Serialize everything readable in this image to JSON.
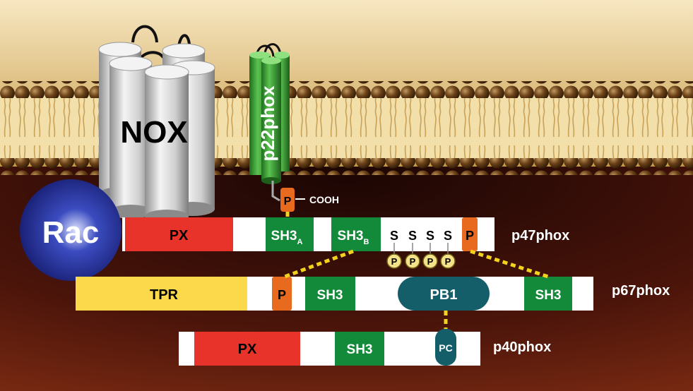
{
  "membrane": {
    "nox_label": "NOX",
    "p22_label": "p22phox",
    "cooh_label": "COOH",
    "p_label": "P"
  },
  "rac_label": "Rac",
  "p47": {
    "name": "p47phox",
    "px": "PX",
    "sh3a": "SH3",
    "sh3a_sub": "A",
    "sh3b": "SH3",
    "sh3b_sub": "B",
    "serines": [
      "S",
      "S",
      "S",
      "S"
    ],
    "phospho": [
      "P",
      "P",
      "P",
      "P"
    ],
    "prr": "P"
  },
  "p67": {
    "name": "p67phox",
    "tpr": "TPR",
    "prr": "P",
    "sh3": "SH3",
    "pb1": "PB1",
    "sh3c": "SH3"
  },
  "p40": {
    "name": "p40phox",
    "px": "PX",
    "sh3": "SH3",
    "pc": "PC"
  },
  "colors": {
    "px_red": "#e8332a",
    "sh3_green": "#138a3a",
    "prr_orange": "#e86a1f",
    "tpr_yellow": "#fbd94a",
    "pb1_teal": "#145e6a",
    "rac_blue": "#1e2a8a",
    "p22_green": "#3aa838",
    "link_yellow": "#f2d21c"
  }
}
